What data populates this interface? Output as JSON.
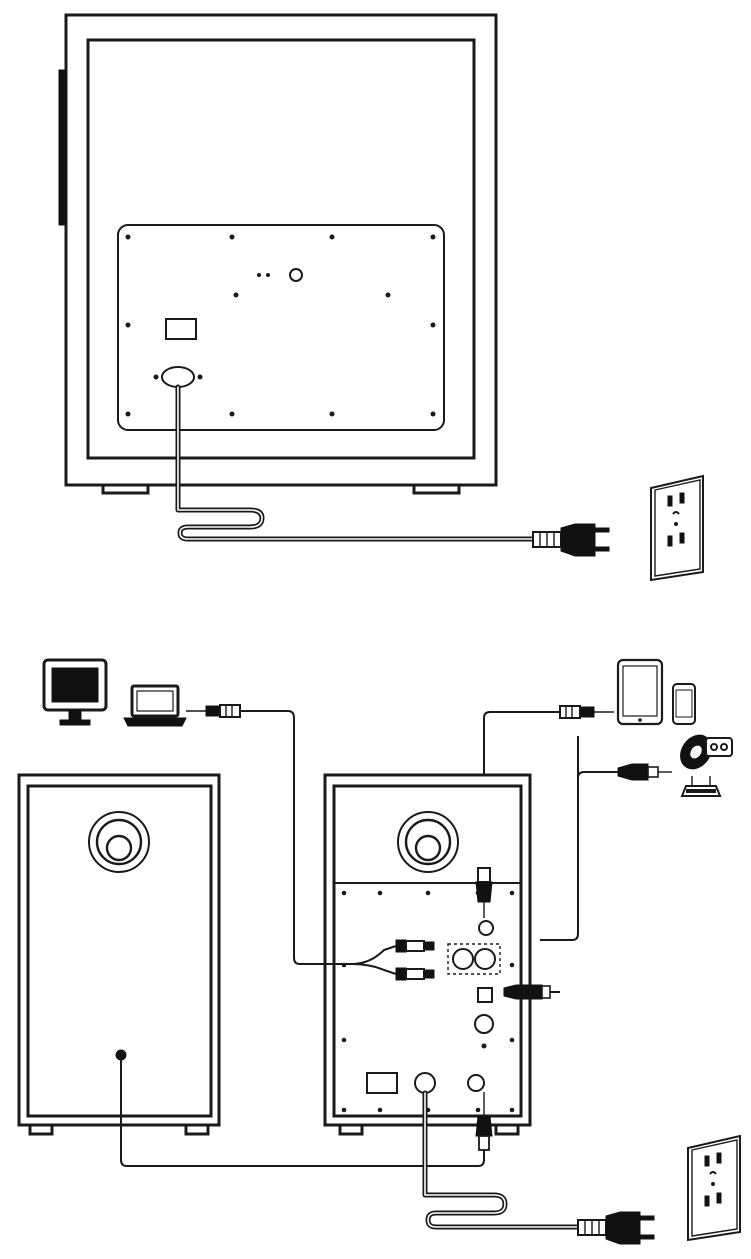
{
  "diagram": {
    "kind": "speaker-connection-diagram",
    "figures": [
      {
        "id": "subwoofer-power-connection",
        "parts": [
          "subwoofer-cabinet",
          "rear-panel",
          "power-socket",
          "power-cord",
          "power-plug",
          "wall-outlet"
        ]
      },
      {
        "id": "satellite-speakers-connection",
        "parts": [
          "desktop-monitor",
          "laptop",
          "tablet",
          "smartphone",
          "optical-devices",
          "passive-speaker",
          "active-speaker",
          "rca-y-cable",
          "aux-cable",
          "optical-cable",
          "speaker-wire",
          "power-cord",
          "wall-outlet"
        ]
      }
    ],
    "colors": {
      "line": "#1a1a1a",
      "background": "#ffffff",
      "fill_dark": "#111111",
      "fill_mid": "#888888"
    }
  }
}
